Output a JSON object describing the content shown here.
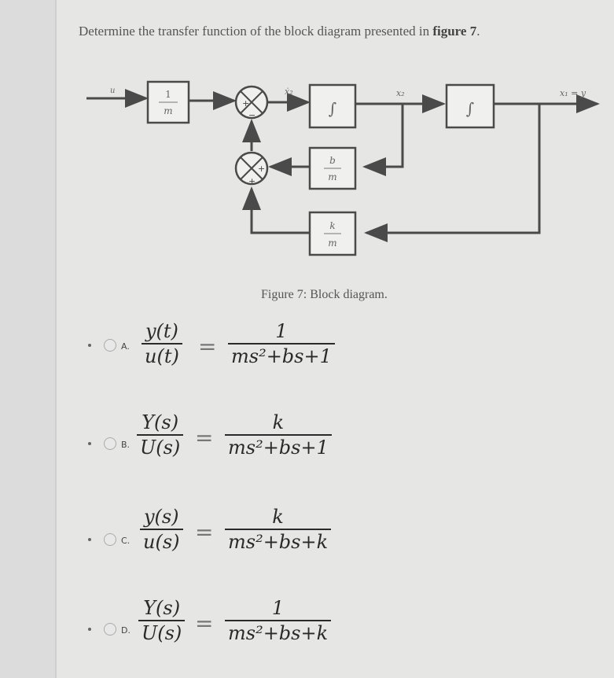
{
  "question": {
    "text_before": "Determine the transfer function of the block diagram presented in ",
    "text_bold": "figure 7",
    "text_after": "."
  },
  "diagram": {
    "input_label": "u",
    "gain_block": {
      "num": "1",
      "den": "m"
    },
    "sum_signs": {
      "top_left": "+",
      "top_bottom": "−",
      "bottom_right": "+",
      "bottom_bottom": "+"
    },
    "integrator_symbol": "∫",
    "signal_xdot2": "ẋ₂",
    "signal_x2": "x₂",
    "output_label": "x₁ = y",
    "damping_block": {
      "num": "b",
      "den": "m"
    },
    "spring_block": {
      "num": "k",
      "den": "m"
    }
  },
  "caption": "Figure 7: Block diagram.",
  "options": [
    {
      "letter": "A.",
      "lhs_num": "y(t)",
      "lhs_den": "u(t)",
      "rhs_num": "1",
      "rhs_den": "ms²+bs+1"
    },
    {
      "letter": "B.",
      "lhs_num": "Y(s)",
      "lhs_den": "U(s)",
      "rhs_num": "k",
      "rhs_den": "ms²+bs+1"
    },
    {
      "letter": "C.",
      "lhs_num": "y(s)",
      "lhs_den": "u(s)",
      "rhs_num": "k",
      "rhs_den": "ms²+bs+k"
    },
    {
      "letter": "D.",
      "lhs_num": "Y(s)",
      "lhs_den": "U(s)",
      "rhs_num": "1",
      "rhs_den": "ms²+bs+k"
    }
  ],
  "colors": {
    "line": "#4a4a4a",
    "box_fill": "#f0f0ee",
    "text": "#2a2a2a",
    "muted": "#777777"
  }
}
